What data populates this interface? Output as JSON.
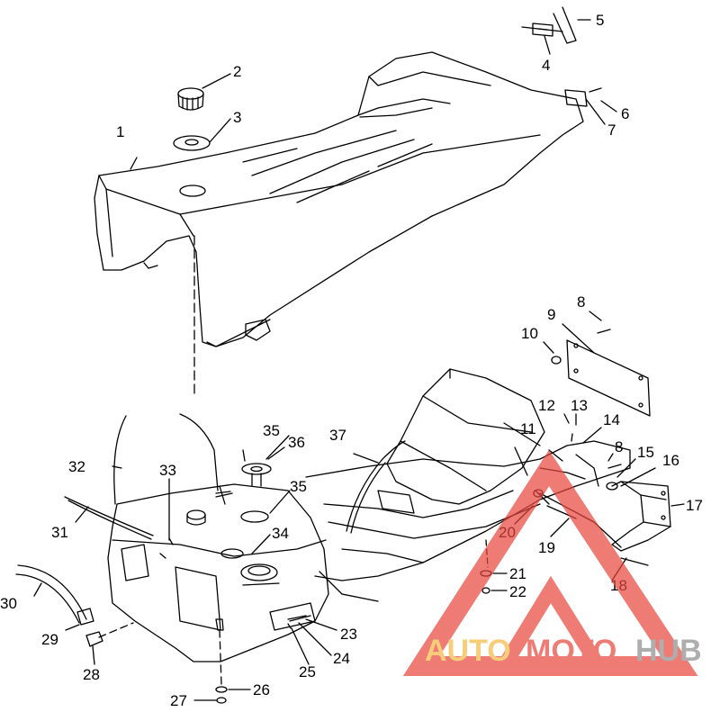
{
  "callouts": {
    "c1": "1",
    "c2": "2",
    "c3": "3",
    "c4": "4",
    "c5": "5",
    "c6": "6",
    "c7": "7",
    "c8a": "8",
    "c8b": "8",
    "c9": "9",
    "c10": "10",
    "c11": "11",
    "c12": "12",
    "c13": "13",
    "c14": "14",
    "c15": "15",
    "c16": "16",
    "c17": "17",
    "c18": "18",
    "c19": "19",
    "c20": "20",
    "c21": "21",
    "c22": "22",
    "c23": "23",
    "c24": "24",
    "c25": "25",
    "c26": "26",
    "c27": "27",
    "c28": "28",
    "c29": "29",
    "c30": "30",
    "c31": "31",
    "c32": "32",
    "c33": "33",
    "c34": "34",
    "c35a": "35",
    "c35b": "35",
    "c36": "36",
    "c37": "37"
  },
  "watermark": {
    "part1": "AUTO",
    "part2": "MOTO",
    "part3": "HUB",
    "color_orange": "#f5b942",
    "color_red": "#e8453c",
    "color_gray": "#8c8c8c"
  }
}
